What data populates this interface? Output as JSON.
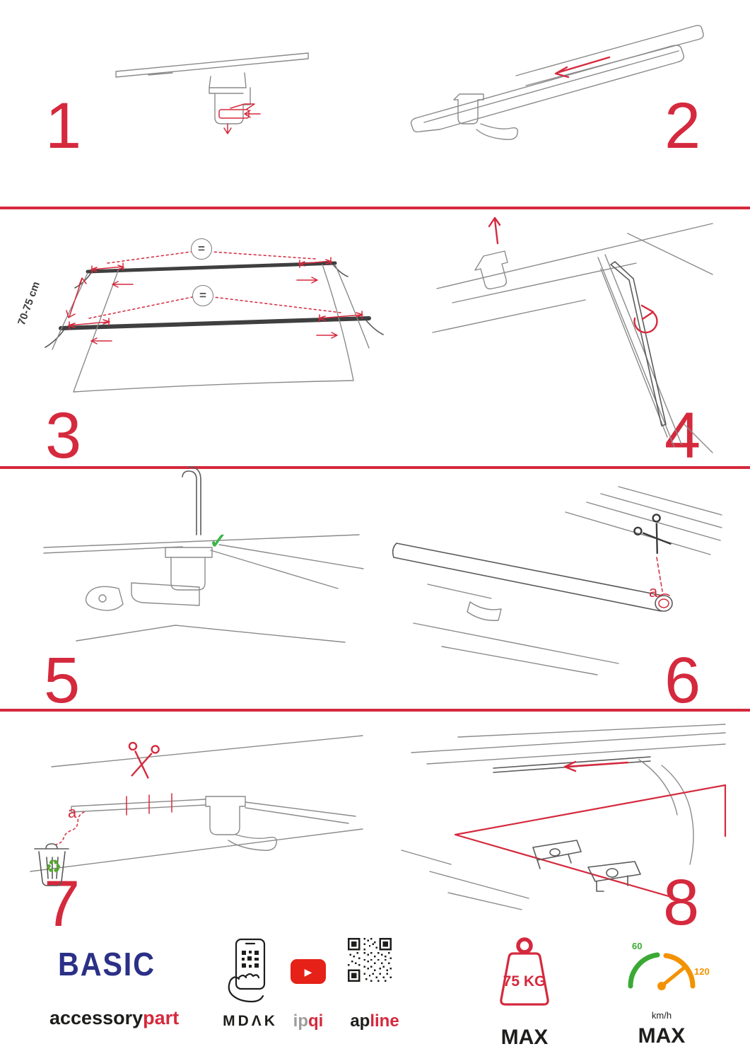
{
  "colors": {
    "accent": "#d5293d",
    "brand_blue": "#2b3087",
    "dark": "#1d1d1b",
    "gray": "#9d9d9c",
    "green": "#3aaa35",
    "orange": "#f39200",
    "youtube_red": "#e62117",
    "check_green": "#3bb54a",
    "recycle_green": "#55a630",
    "line_art": "#8a8a8a"
  },
  "steps": [
    {
      "number": "1"
    },
    {
      "number": "2"
    },
    {
      "number": "3"
    },
    {
      "number": "4"
    },
    {
      "number": "5"
    },
    {
      "number": "6"
    },
    {
      "number": "7"
    },
    {
      "number": "8"
    }
  ],
  "annotations": {
    "equal_top": "=",
    "equal_bottom": "=",
    "bar_distance": "70-75 cm",
    "cut_label_step6": "a",
    "cut_label_step7": "a"
  },
  "icons": {
    "check_icon": "✓",
    "recycle_icon": "♻",
    "play_icon": "▶"
  },
  "footer": {
    "brand_title": "BASIC",
    "brand_sub_black": "accessory",
    "brand_sub_red": "part",
    "mdak_label": "MDΛK",
    "ipqi_gray": "ip",
    "ipqi_red": "qi",
    "apline_black": "ap",
    "apline_red": "line",
    "weight_value": "75 KG",
    "weight_max": "MAX",
    "speed_low": "60",
    "speed_high": "120",
    "speed_unit": "km/h",
    "speed_max": "MAX"
  }
}
